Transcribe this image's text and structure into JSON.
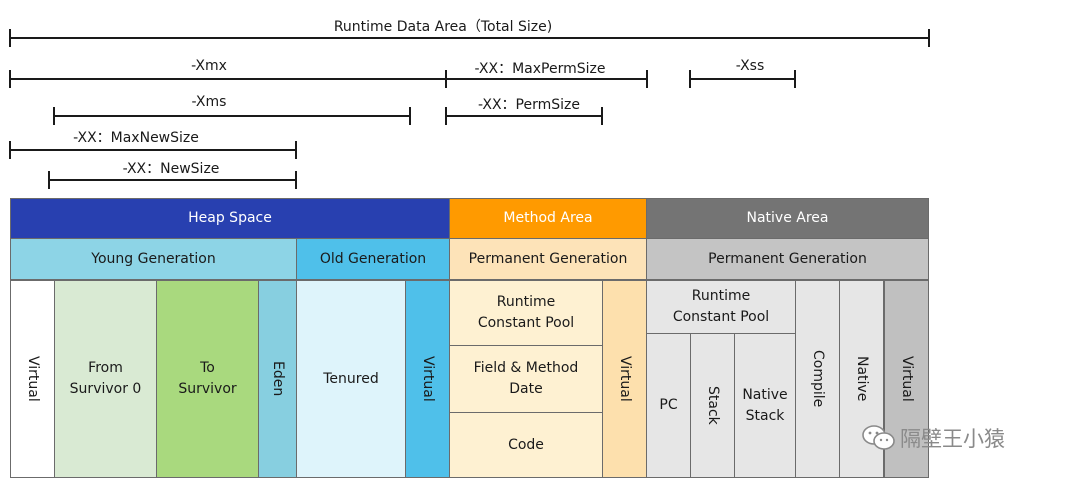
{
  "dimension_lines": [
    {
      "label": "Runtime Data Area（Total Size)"
    },
    {
      "label": "-Xmx"
    },
    {
      "label": "-XX：MaxPermSize"
    },
    {
      "label": "-Xss"
    },
    {
      "label": "-Xms"
    },
    {
      "label": "-XX：PermSize"
    },
    {
      "label": "-XX：MaxNewSize"
    },
    {
      "label": "-XX：NewSize"
    }
  ],
  "areas": {
    "heap": "Heap Space",
    "method": "Method Area",
    "native": "Native Area"
  },
  "generations": {
    "young": "Young Generation",
    "old": "Old Generation",
    "perm_method": "Permanent Generation",
    "perm_native": "Permanent Generation"
  },
  "cells": {
    "virtual_young": "Virtual",
    "from_survivor": "From\nSurvivor 0",
    "to_survivor": "To\nSurvivor",
    "eden": "Eden",
    "tenured": "Tenured",
    "virtual_old": "Virtual",
    "runtime_constant_pool_method": "Runtime\nConstant Pool",
    "field_method_date": "Field & Method\nDate",
    "code": "Code",
    "virtual_method": "Virtual",
    "runtime_constant_pool_native": "Runtime\nConstant Pool",
    "pc": "PC",
    "stack": "Stack",
    "native_stack": "Native\nStack",
    "compile": "Compile",
    "native": "Native",
    "virtual_native": "Virtual"
  },
  "watermark": "隔壁王小猿",
  "colors": {
    "heap": "#2840b0",
    "method": "#ff9a00",
    "native": "#747474",
    "young": "#8dd4e6",
    "old": "#4fc0ea",
    "perm_method": "#fde3b8",
    "perm_native": "#c4c4c4",
    "from_survivor": "#d9ead3",
    "to_survivor": "#a9d97e",
    "eden": "#87cfe0",
    "tenured": "#def4fb",
    "virtual_old": "#4fc0ea",
    "method_cells": "#fef1d2",
    "virtual_method": "#fde0ad",
    "native_cells": "#e6e6e6",
    "virtual_native": "#c0c0c0"
  }
}
